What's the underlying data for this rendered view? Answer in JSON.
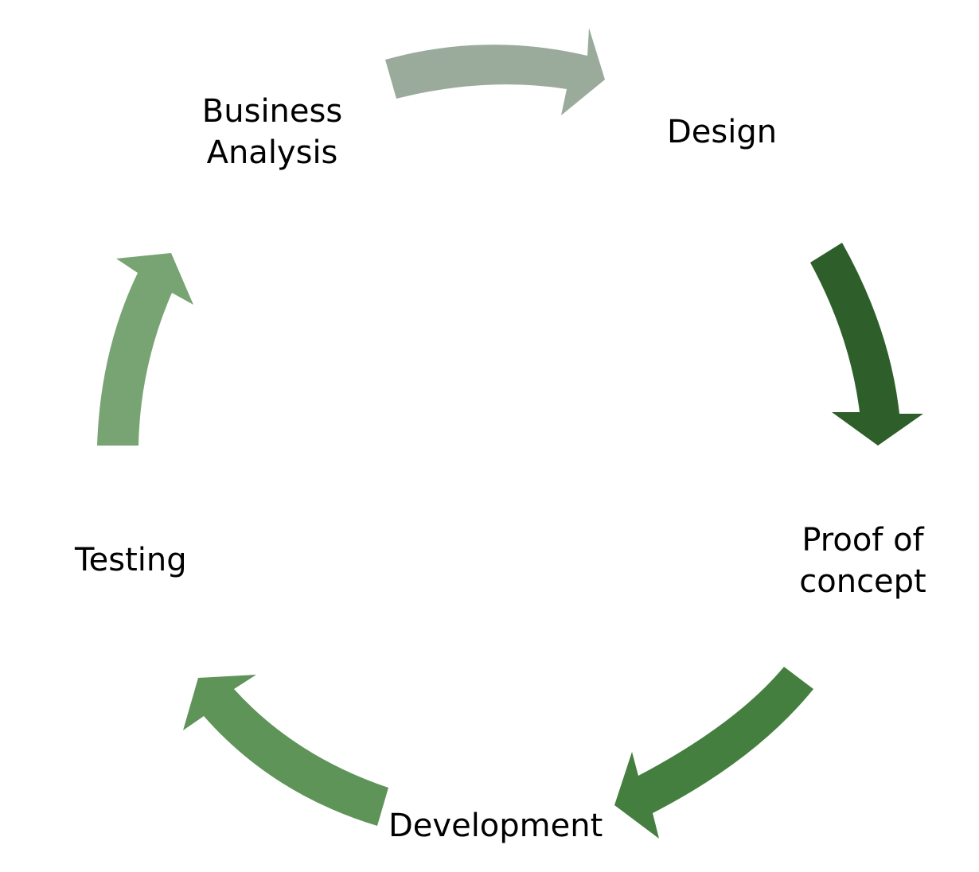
{
  "stages": [
    {
      "id": "business-analysis",
      "lines": [
        "Business",
        "Analysis"
      ]
    },
    {
      "id": "design",
      "lines": [
        "Design"
      ]
    },
    {
      "id": "proof-of-concept",
      "lines": [
        "Proof of",
        "concept"
      ]
    },
    {
      "id": "development",
      "lines": [
        "Development"
      ]
    },
    {
      "id": "testing",
      "lines": [
        "Testing"
      ]
    }
  ],
  "arrows": [
    {
      "from": "business-analysis",
      "to": "design",
      "color": "#9aab9b"
    },
    {
      "from": "design",
      "to": "proof-of-concept",
      "color": "#2e5f2a"
    },
    {
      "from": "proof-of-concept",
      "to": "development",
      "color": "#447f3f"
    },
    {
      "from": "development",
      "to": "testing",
      "color": "#5e9458"
    },
    {
      "from": "testing",
      "to": "business-analysis",
      "color": "#78a473"
    }
  ]
}
